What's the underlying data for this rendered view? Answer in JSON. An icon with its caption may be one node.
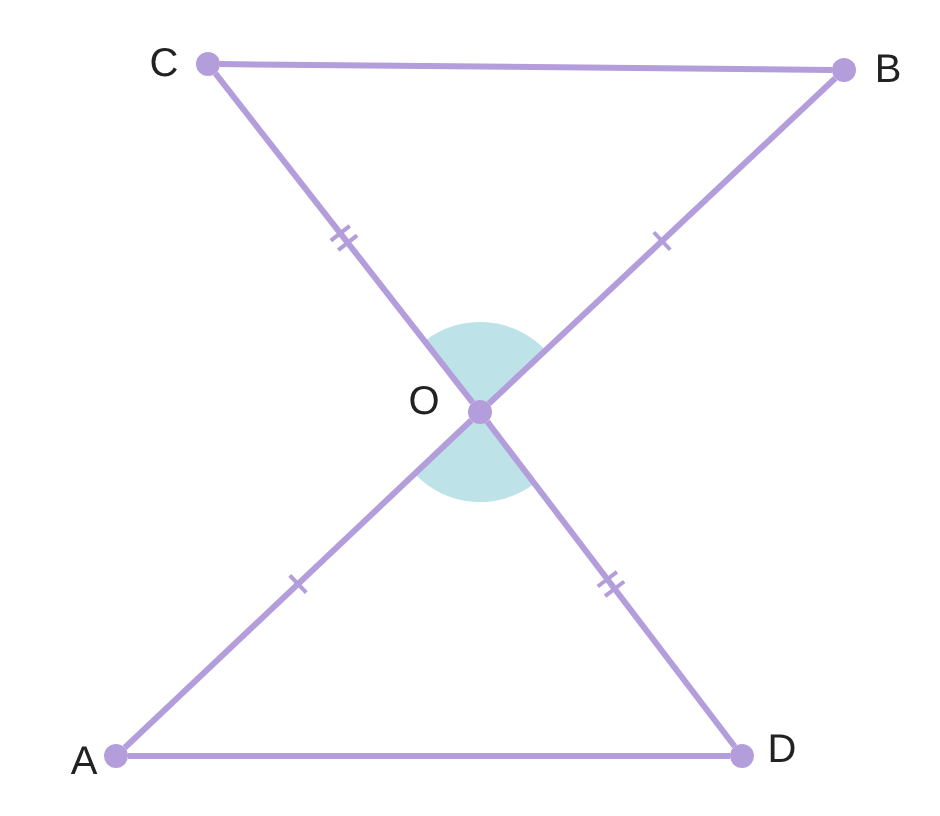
{
  "diagram": {
    "nodes": [
      {
        "text": [
          "C"
        ]
      },
      {
        "text": [
          "B"
        ]
      },
      {
        "text": [
          "O"
        ]
      },
      {
        "text": [
          "A"
        ]
      },
      {
        "text": [
          "D"
        ]
      }
    ],
    "edges": [
      {
        "from": 0,
        "to": 1,
        "arrow": "none"
      },
      {
        "from": 0,
        "to": 2,
        "arrow": "none"
      },
      {
        "from": 1,
        "to": 2,
        "arrow": "none"
      },
      {
        "from": 2,
        "to": 3,
        "arrow": "none"
      },
      {
        "from": 2,
        "to": 4,
        "arrow": "none"
      },
      {
        "from": 3,
        "to": 4,
        "arrow": "none"
      }
    ]
  }
}
